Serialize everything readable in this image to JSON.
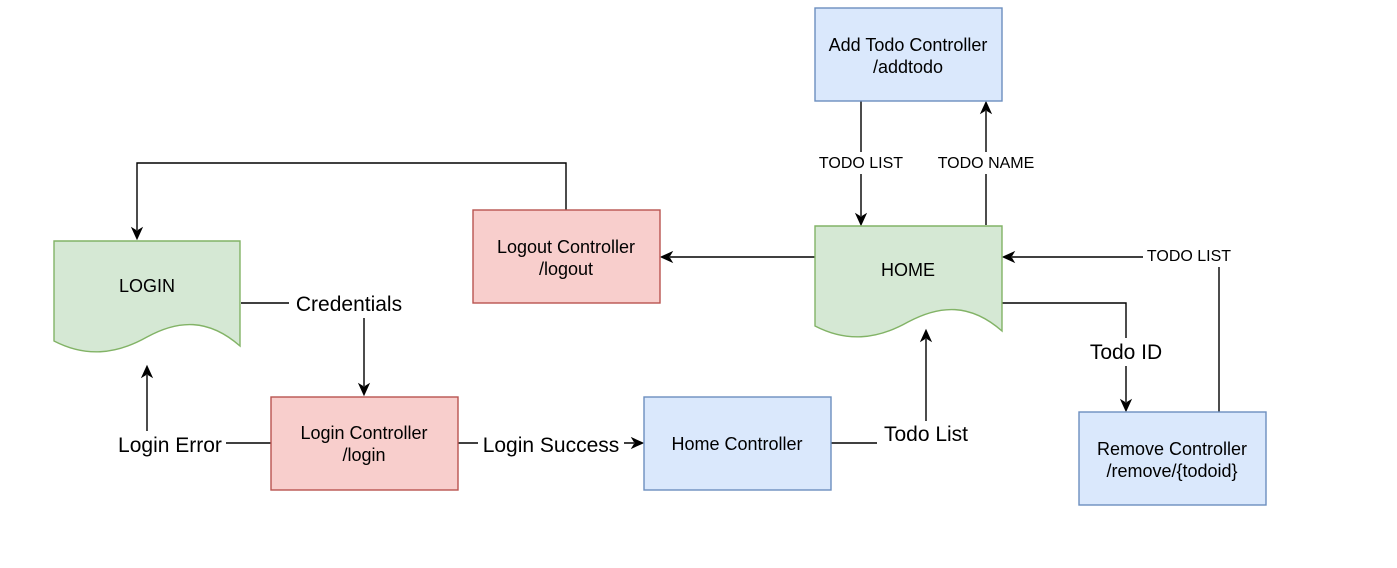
{
  "nodes": {
    "add_todo": {
      "line1": "Add Todo Controller",
      "line2": "/addtodo",
      "fill": "#dae8fc",
      "stroke": "#6c8ebf"
    },
    "logout": {
      "line1": "Logout Controller",
      "line2": "/logout",
      "fill": "#f8cecc",
      "stroke": "#b85450"
    },
    "home": {
      "label": "HOME",
      "fill": "#d5e8d4",
      "stroke": "#82b366"
    },
    "login": {
      "label": "LOGIN",
      "fill": "#d5e8d4",
      "stroke": "#82b366"
    },
    "login_controller": {
      "line1": "Login Controller",
      "line2": "/login",
      "fill": "#f8cecc",
      "stroke": "#b85450"
    },
    "home_controller": {
      "label": "Home Controller",
      "fill": "#dae8fc",
      "stroke": "#6c8ebf"
    },
    "remove_controller": {
      "line1": "Remove Controller",
      "line2": "/remove/{todoid}",
      "fill": "#dae8fc",
      "stroke": "#6c8ebf"
    }
  },
  "edges": {
    "todo_list_down": "TODO LIST",
    "todo_name_up": "TODO NAME",
    "todo_list_return": "TODO LIST",
    "credentials": "Credentials",
    "login_error": "Login Error",
    "login_success": "Login Success",
    "todo_list_home": "Todo List",
    "todo_id": "Todo ID"
  }
}
